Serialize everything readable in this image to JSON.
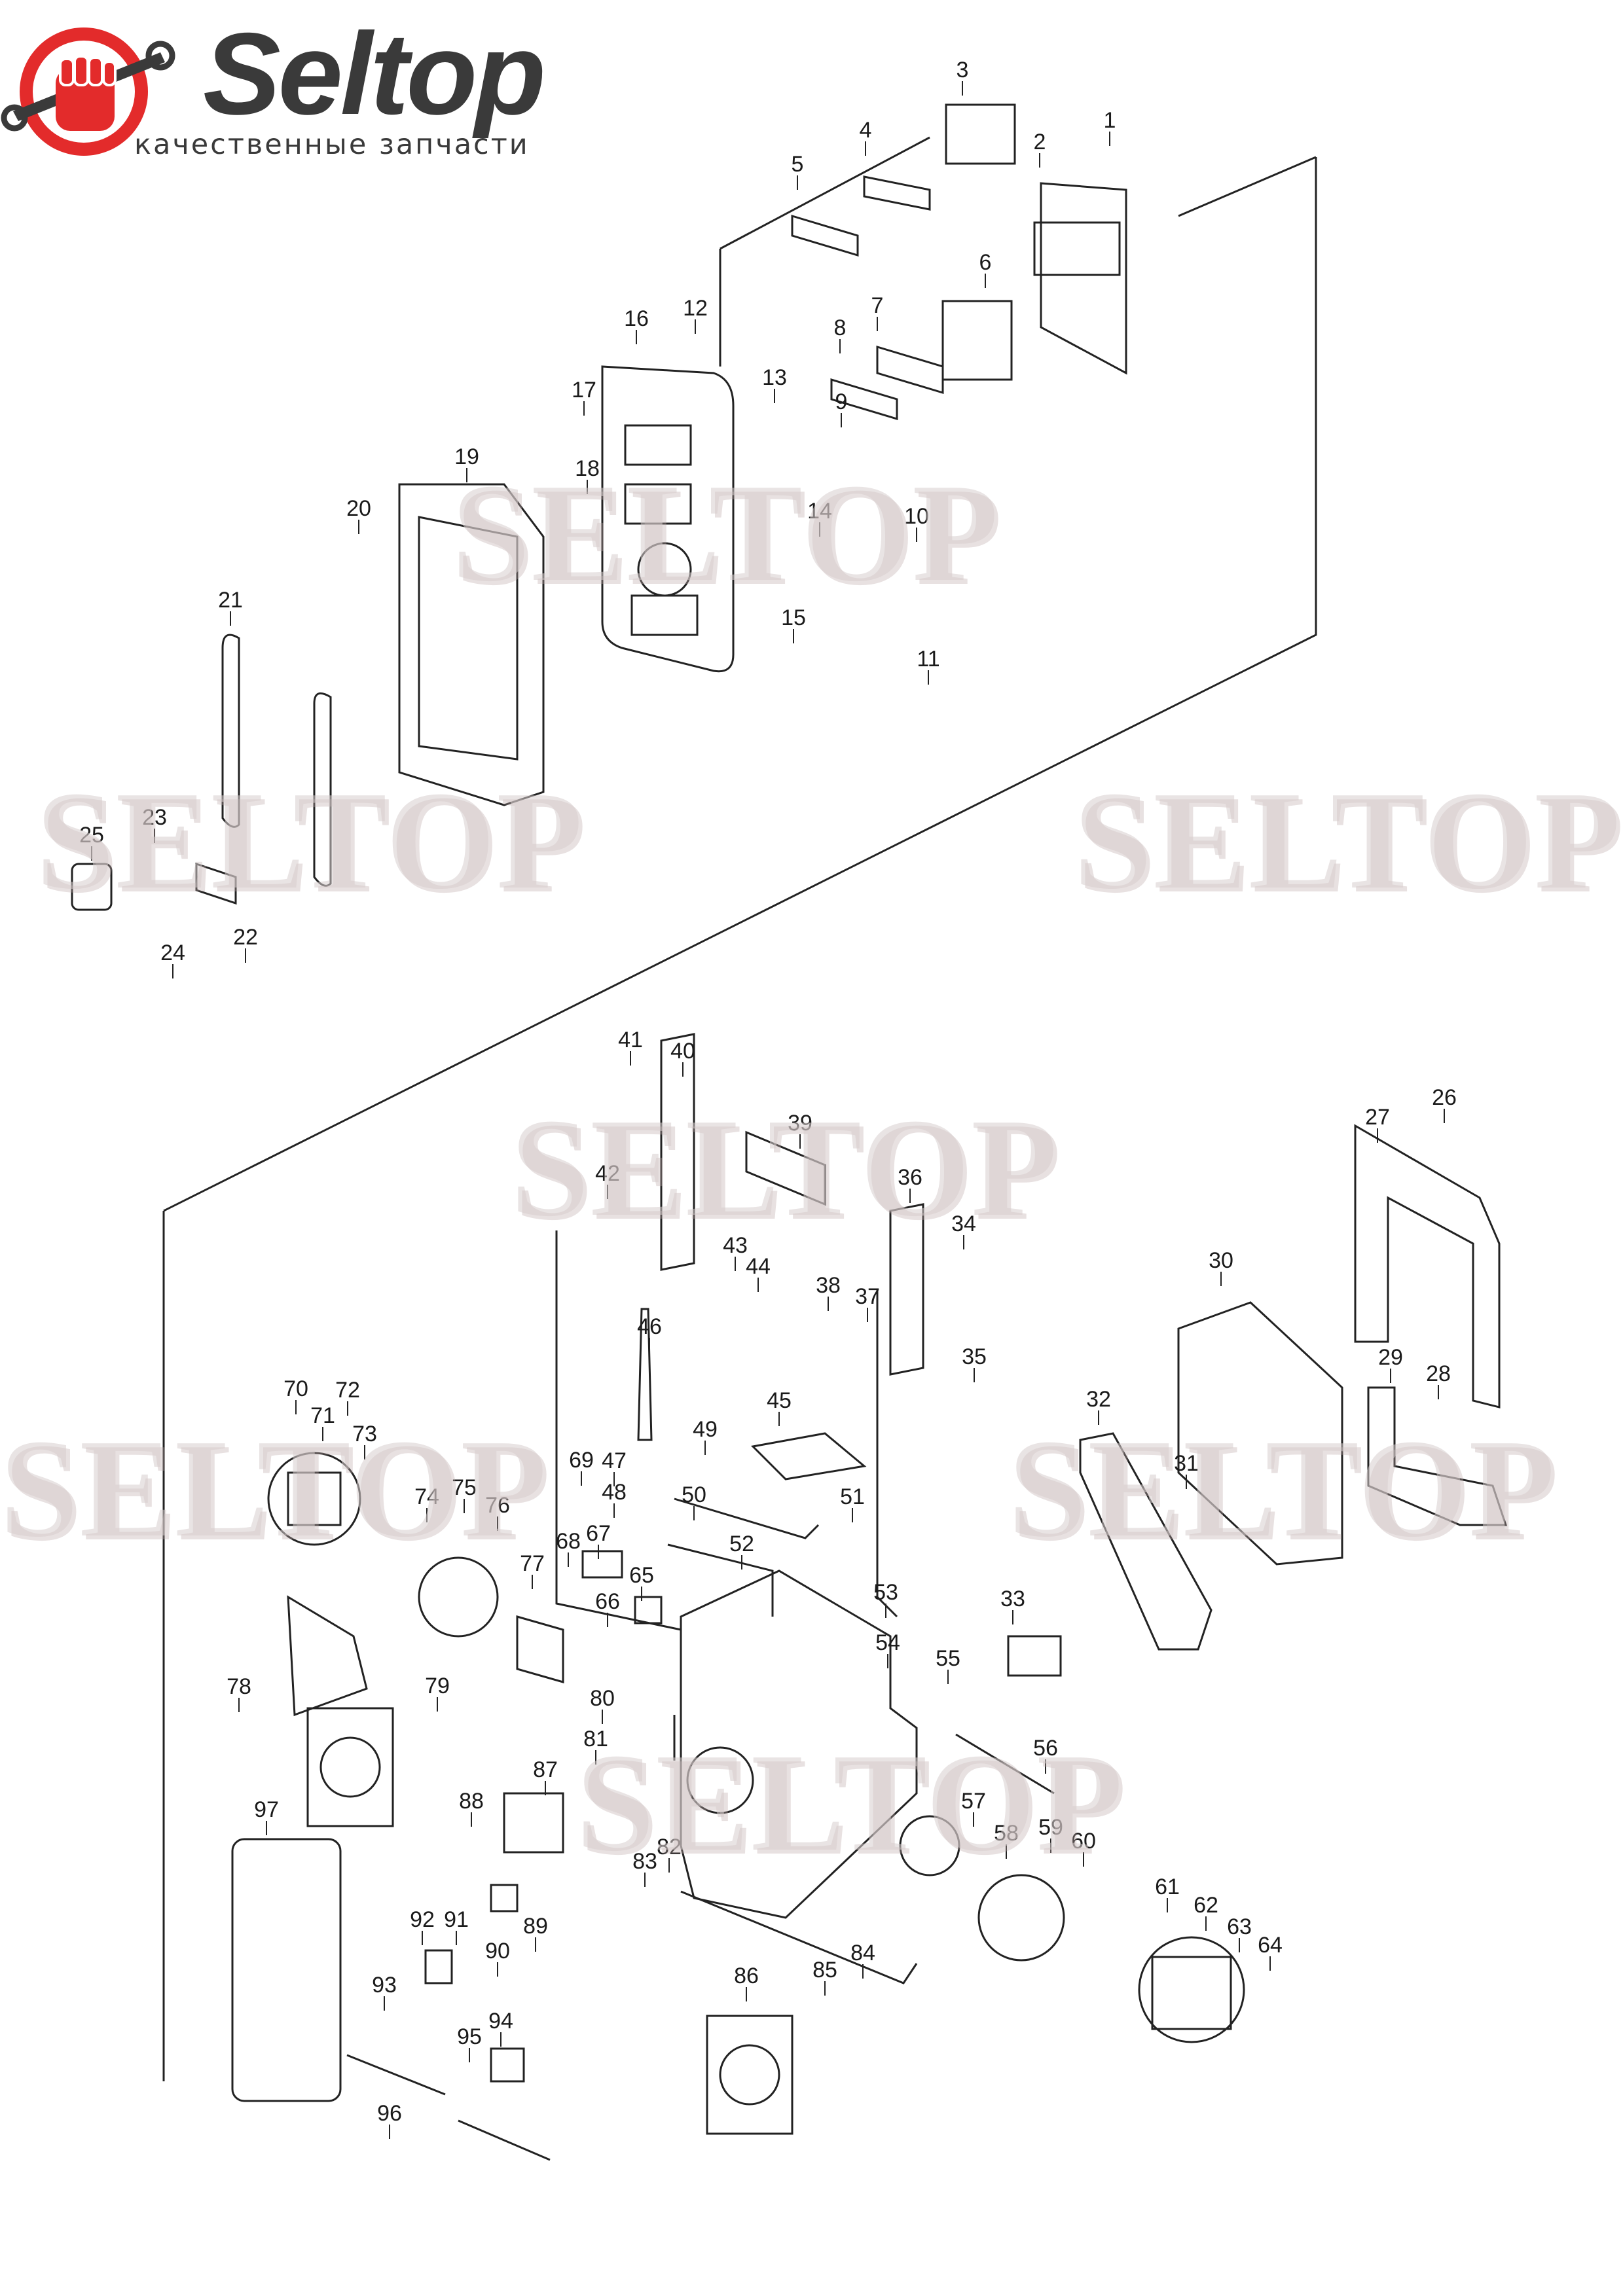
{
  "brand": {
    "name": "Seltop",
    "tagline": "качественные запчасти",
    "logo_colors": {
      "primary": "#e32b2b",
      "dark": "#3a3a3a"
    }
  },
  "watermarks": [
    "SELTOP",
    "SELTOP",
    "SELTOP",
    "SELTOP",
    "SELTOP",
    "SELTOP",
    "SELTOP"
  ],
  "part_numbers": [
    "1",
    "2",
    "3",
    "4",
    "5",
    "6",
    "7",
    "8",
    "9",
    "10",
    "11",
    "12",
    "13",
    "14",
    "15",
    "16",
    "17",
    "18",
    "19",
    "20",
    "21",
    "22",
    "23",
    "24",
    "25",
    "26",
    "27",
    "28",
    "29",
    "30",
    "31",
    "32",
    "33",
    "34",
    "35",
    "36",
    "37",
    "38",
    "39",
    "40",
    "41",
    "42",
    "43",
    "44",
    "45",
    "46",
    "47",
    "48",
    "49",
    "50",
    "51",
    "52",
    "53",
    "54",
    "55",
    "56",
    "57",
    "58",
    "59",
    "60",
    "61",
    "62",
    "63",
    "64",
    "65",
    "66",
    "67",
    "68",
    "69",
    "70",
    "71",
    "72",
    "73",
    "74",
    "75",
    "76",
    "77",
    "78",
    "79",
    "80",
    "81",
    "82",
    "83",
    "84",
    "85",
    "86",
    "87",
    "88",
    "89",
    "90",
    "91",
    "92",
    "93",
    "94",
    "95",
    "96",
    "97"
  ]
}
